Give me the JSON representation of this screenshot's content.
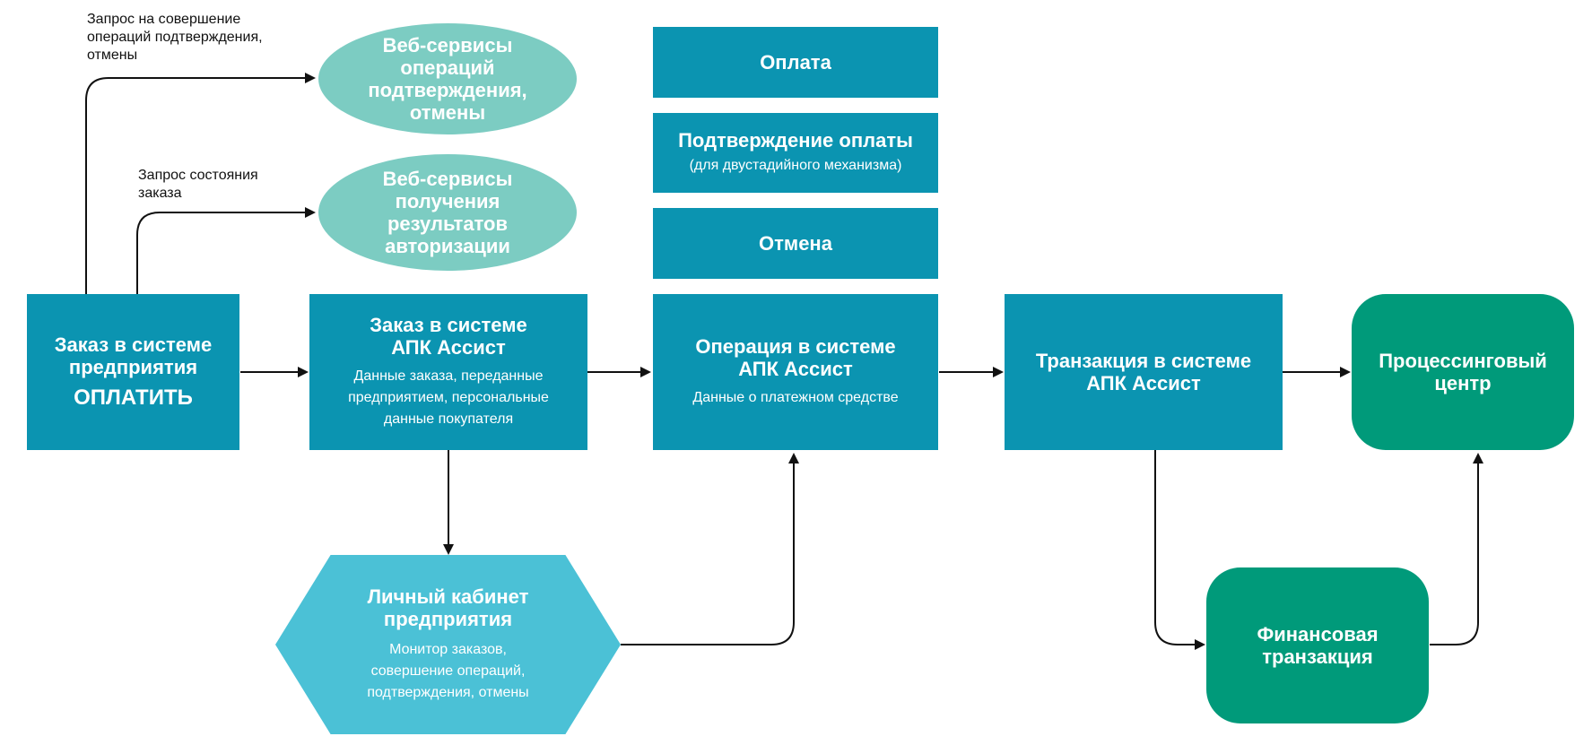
{
  "labels": {
    "request_confirm": "Запрос на совершение\nопераций подтверждения,\nотмены",
    "request_status": "Запрос состояния\nзаказа"
  },
  "nodes": {
    "ws_confirm": {
      "title": "Веб-сервисы\nопераций\nподтверждения,\nотмены"
    },
    "ws_results": {
      "title": "Веб-сервисы\nполучения\nрезультатов\nавторизации"
    },
    "enterprise_order": {
      "title": "Заказ в системе\nпредприятия",
      "action": "ОПЛАТИТЬ"
    },
    "apk_order": {
      "title": "Заказ в системе\nАПК Ассист",
      "subtitle": "Данные заказа, переданные\nпредприятием, персональные\nданные покупателя"
    },
    "payment": {
      "title": "Оплата"
    },
    "payment_confirm": {
      "title": "Подтверждение оплаты",
      "subtitle": "(для двустадийного механизма)"
    },
    "cancel": {
      "title": "Отмена"
    },
    "operation": {
      "title": "Операция в системе\nАПК Ассист",
      "subtitle": "Данные о платежном средстве"
    },
    "transaction": {
      "title": "Транзакция в системе\nАПК Ассист"
    },
    "processing": {
      "title": "Процессинговый\nцентр"
    },
    "cabinet": {
      "title": "Личный кабинет\nпредприятия",
      "subtitle": "Монитор заказов,\nсовершение операций,\nподтверждения, отмены"
    },
    "financial": {
      "title": "Финансовая\nтранзакция"
    }
  },
  "colors": {
    "blue": "#0b94b1",
    "green": "#009a7a",
    "ellipse": "#7cccc2",
    "hexagon": "#4bc1d6",
    "line": "#111111"
  }
}
